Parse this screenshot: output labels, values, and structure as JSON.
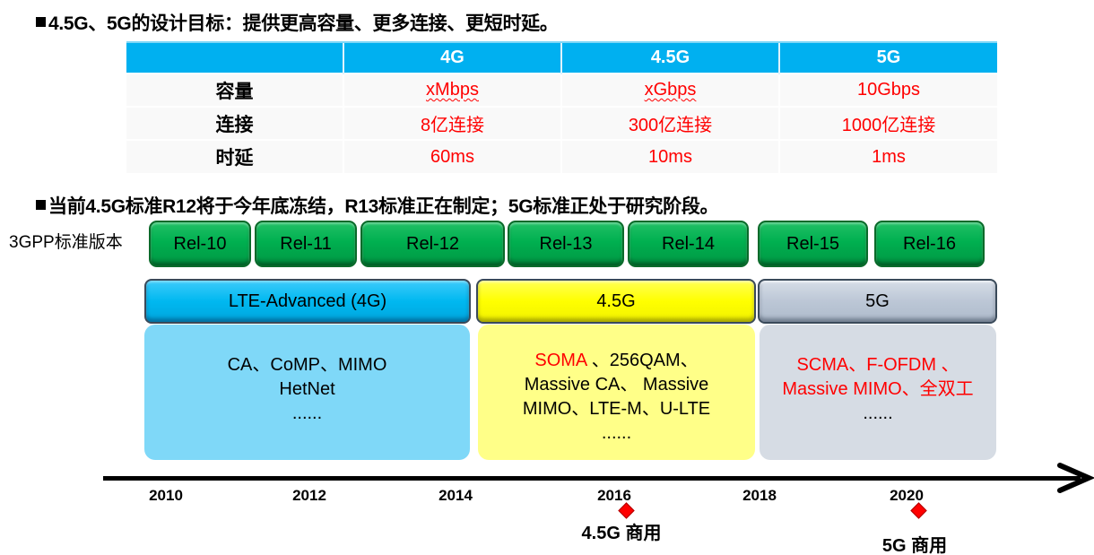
{
  "headings": {
    "goals": "4.5G、5G的设计目标：提供更高容量、更多连接、更短时延。",
    "status": "当前4.5G标准R12将于今年底冻结，R13标准正在制定；5G标准正处于研究阶段。"
  },
  "comparison_table": {
    "columns": [
      "",
      "4G",
      "4.5G",
      "5G"
    ],
    "rows": [
      {
        "label": "容量",
        "values": [
          "xMbps",
          "xGbps",
          "10Gbps"
        ]
      },
      {
        "label": "连接",
        "values": [
          "8亿连接",
          "300亿连接",
          "1000亿连接"
        ]
      },
      {
        "label": "时延",
        "values": [
          "60ms",
          "10ms",
          "1ms"
        ]
      }
    ],
    "header_color": "#00b0f0",
    "value_color": "#ff0000"
  },
  "releases": {
    "label": "3GPP标准版本",
    "items": [
      "Rel-10",
      "Rel-11",
      "Rel-12",
      "Rel-13",
      "Rel-14",
      "Rel-15",
      "Rel-16"
    ],
    "color": "#00b050"
  },
  "eras": [
    {
      "name": "LTE-Advanced (4G)",
      "color": "#00b8f0",
      "tech_lines": [
        "CA、CoMP、MIMO",
        "HetNet",
        "......"
      ]
    },
    {
      "name": "4.5G",
      "color": "#ffff00",
      "tech_highlight": "SOMA",
      "tech_lines": [
        " 、256QAM、",
        "Massive CA、 Massive",
        "MIMO、LTE-M、U-LTE",
        "......"
      ]
    },
    {
      "name": "5G",
      "color": "#bcc7d6",
      "tech_lines": [
        "SCMA、F-OFDM 、",
        "Massive MIMO、全双工",
        "......"
      ]
    }
  ],
  "timeline": {
    "years": [
      "2010",
      "2012",
      "2014",
      "2016",
      "2018",
      "2020"
    ],
    "milestones": [
      {
        "year": "2016",
        "label": "4.5G 商用"
      },
      {
        "year": "2020",
        "label": "5G 商用"
      }
    ],
    "marker_color": "#ff0000"
  }
}
